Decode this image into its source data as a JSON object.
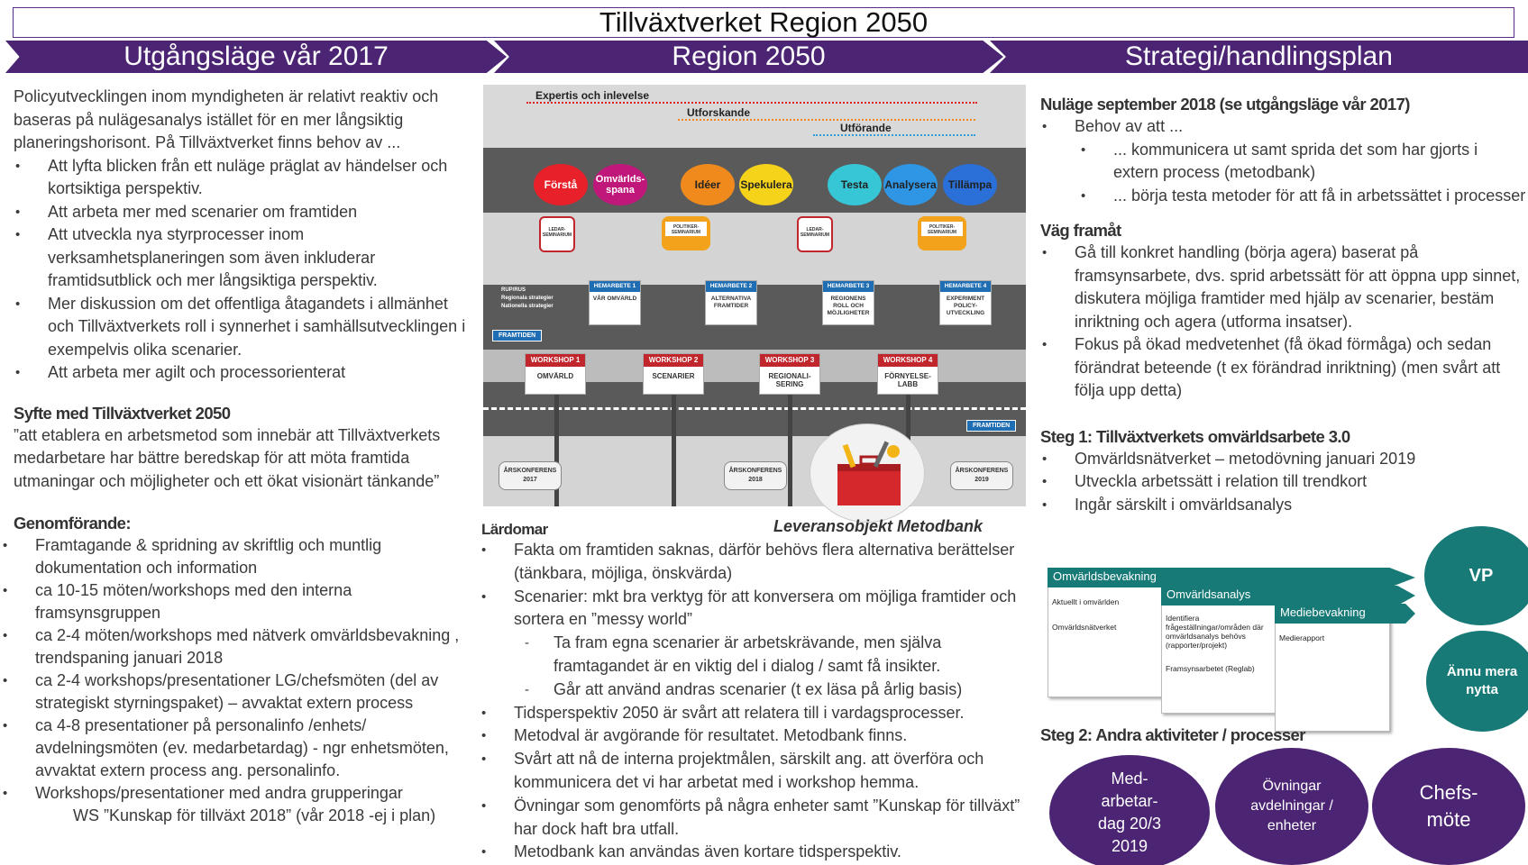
{
  "title": "Tillväxtverket Region 2050",
  "banners": [
    "Utgångsläge vår 2017",
    "Region 2050",
    "Strategi/handlingsplan"
  ],
  "left": {
    "intro": "Policyutvecklingen inom myndigheten är relativt reaktiv och baseras på nulägesanalys istället för en mer långsiktig planeringshorisont. På Tillväxtverket finns behov av ...",
    "bullets": [
      "Att lyfta blicken från ett nuläge präglat av händelser och kortsiktiga perspektiv.",
      "Att arbeta mer med scenarier om framtiden",
      "Att utveckla nya styrprocesser inom verksamhetsplaneringen som även inkluderar framtidsutblick och mer långsiktiga perspektiv.",
      "Mer diskussion om det offentliga åtagandets i allmänhet och Tillväxtverkets roll i synnerhet i samhällsutvecklingen i exempelvis olika scenarier.",
      "Att arbeta mer agilt och processorienterat"
    ],
    "syfte_heading": "Syfte med Tillväxtverket 2050",
    "syfte_text": "”att etablera en arbetsmetod som innebär att Tillväxtverkets medarbetare har bättre beredskap för att möta framtida utmaningar och möjligheter och ett ökat visionärt tänkande”",
    "genom_heading": "Genomförande:",
    "genom_bullets": [
      "Framtagande & spridning av skriftlig och muntlig dokumentation och information",
      "ca 10-15 möten/workshops med den interna framsynsgruppen",
      "ca 2-4 möten/workshops med nätverk omvärldsbevakning , trendspaning januari 2018",
      "ca 2-4 workshops/presentationer LG/chefsmöten (del av strategiskt styrningspaket) – avvaktat extern process",
      "ca 4-8 presentationer på personalinfo /enhets/ avdelningsmöten (ev. medarbetardag)  - ngr enhetsmöten, avvaktat extern process ang. personalinfo.",
      "Workshops/presentationer med andra grupperingar"
    ],
    "genom_tail": "WS ”Kunskap för tillväxt 2018” (vår 2018 -ej i plan)"
  },
  "diagram": {
    "lines": [
      "Expertis och inlevelse",
      "Utforskande",
      "Utförande"
    ],
    "circles": [
      "Förstå",
      "Omvärlds-spana",
      "Idéer",
      "Spekulera",
      "Testa",
      "Analysera",
      "Tillämpa"
    ],
    "circle_colors": [
      "#e8202a",
      "#c0187a",
      "#f08a1c",
      "#f6d31b",
      "#37c6d6",
      "#2f96e6",
      "#2b6fd8"
    ],
    "seminars": [
      "LEDAR-SEMINARIUM",
      "POLITIKER-SEMINARIUM",
      "LEDAR-SEMINARIUM",
      "POLITIKER-SEMINARIUM"
    ],
    "sign_left": [
      "RUP/RUS",
      "Regionala strategier",
      "Nationella strategier"
    ],
    "framtiden": "FRAMTIDEN",
    "hemarbete": [
      {
        "head": "HEMARBETE 1",
        "body": "VÅR OMVÄRLD"
      },
      {
        "head": "HEMARBETE 2",
        "body": "ALTERNATIVA FRAMTIDER"
      },
      {
        "head": "HEMARBETE 3",
        "body": "REGIONENS ROLL OCH MÖJLIGHETER"
      },
      {
        "head": "HEMARBETE 4",
        "body": "EXPERIMENT POLICY-UTVECKLING"
      }
    ],
    "workshops": [
      {
        "head": "WORKSHOP 1",
        "body": "OMVÄRLD"
      },
      {
        "head": "WORKSHOP 2",
        "body": "SCENARIER"
      },
      {
        "head": "WORKSHOP 3",
        "body": "REGIONALI-SERING"
      },
      {
        "head": "WORKSHOP 4",
        "body": "FÖRNYELSE-LABB"
      }
    ],
    "arskonferens": [
      "ÅRSKONFERENS 2017",
      "ÅRSKONFERENS 2018",
      "ÅRSKONFERENS 2019"
    ]
  },
  "middle": {
    "lardomar_heading": "Lärdomar",
    "metodbank_label": "Leveransobjekt Metodbank",
    "bullets_a": [
      "Fakta om framtiden saknas, därför behövs flera alternativa berättelser (tänkbara, möjliga, önskvärda)",
      "Scenarier: mkt bra verktyg för att konversera om möjliga framtider och sortera en ”messy world”"
    ],
    "sub_bullets": [
      "Ta fram egna scenarier är arbetskrävande, men själva framtagandet är en viktig del i dialog / samt få insikter.",
      "Går att använd andras scenarier (t ex läsa på årlig basis)"
    ],
    "bullets_b": [
      "Tidsperspektiv 2050 är svårt att relatera till i vardagsprocesser.",
      "Metodval är avgörande för resultatet. Metodbank finns.",
      "Svårt att nå de interna projektmålen, särskilt ang. att överföra och kommunicera det vi har arbetat med i workshop hemma.",
      "Övningar som genomförts på några enheter samt ”Kunskap för tillväxt” har dock haft bra utfall.",
      "Metodbank kan användas även kortare tidsperspektiv."
    ]
  },
  "right": {
    "nulage_heading": "Nuläge september 2018 (se utgångsläge vår 2017)",
    "behov": "Behov av att ...",
    "behov_sub": [
      "... kommunicera ut samt sprida det som har gjorts i extern process (metodbank)",
      "... börja testa metoder för att få in arbetssättet i processer"
    ],
    "vag_heading": "Väg framåt",
    "vag_bullets": [
      "Gå till konkret handling (börja agera) baserat på framsynsarbete, dvs. sprid arbetssätt för att öppna upp sinnet, diskutera möjliga framtider med hjälp av scenarier, bestäm inriktning och agera (utforma insatser).",
      "Fokus på ökad medvetenhet (få ökad förmåga) och sedan förändrat beteende (t ex förändrad inriktning) (men svårt att följa upp detta)"
    ],
    "steg1_heading": "Steg 1: Tillväxtverkets omvärldsarbete 3.0",
    "steg1_bullets": [
      "Omvärldsnätverket – metodövning januari 2019",
      "Utveckla arbetssätt i relation till trendkort",
      "Ingår särskilt i omvärldsanalys"
    ],
    "flow": [
      {
        "head": "Omvärldsbevakning",
        "items": [
          "Aktuellt i omvärlden",
          "Omvärldsnätverket"
        ]
      },
      {
        "head": "Omvärldsanalys",
        "items": [
          "Identifiera frågeställningar/områden där omvärldsanalys behövs (rapporter/projekt)",
          "Framsynsarbetet (Reglab)"
        ]
      },
      {
        "head": "Mediebevakning",
        "items": [
          "Medierapport"
        ]
      }
    ],
    "vp": "VP",
    "annu": "Ännu mera nytta",
    "steg2_heading": "Steg 2: Andra aktiviteter / processer",
    "ovals": [
      "Med-arbetar-dag  20/3 2019",
      "Övningar avdelningar / enheter",
      "Chefs-möte"
    ]
  }
}
